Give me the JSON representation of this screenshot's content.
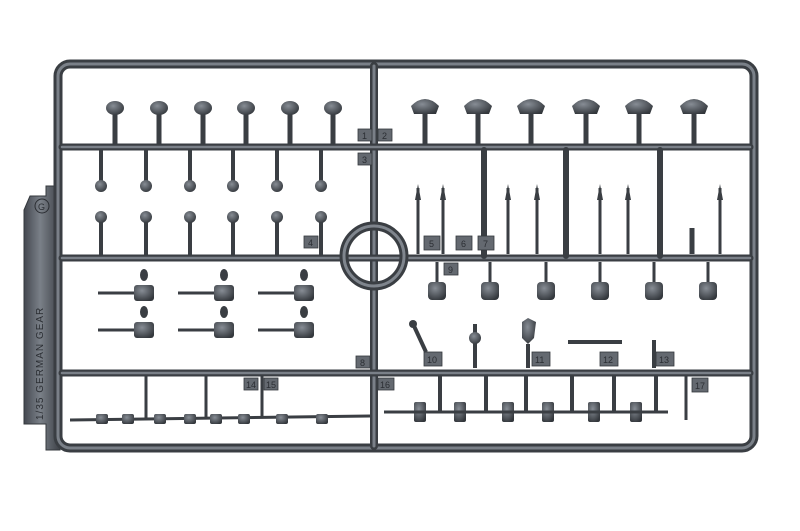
{
  "photo": {
    "subject": "plastic model kit sprue",
    "tab_text": "1/35 GERMAN GEAR",
    "tab_badge": "G",
    "part_numbers": [
      "1",
      "2",
      "3",
      "4",
      "5",
      "6",
      "7",
      "8",
      "9",
      "10",
      "11",
      "12",
      "13",
      "14",
      "15",
      "16",
      "17"
    ]
  },
  "colors": {
    "background": "#ffffff",
    "plastic": "#5b6066",
    "plastic_dark": "#3c4045",
    "plastic_light": "#7e848b"
  }
}
